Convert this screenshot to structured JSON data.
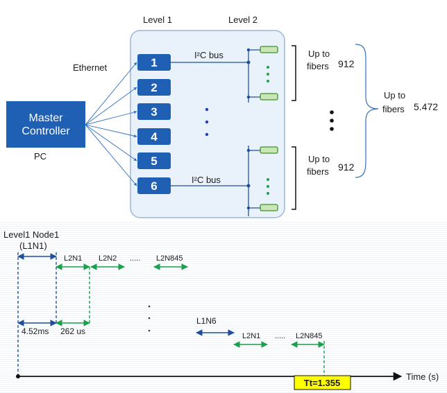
{
  "colors": {
    "blue_box": "#1f5fb4",
    "panel_fill": "#e9f1fb",
    "panel_stroke": "#9bb6d6",
    "fiber_fill": "#c9e7b4",
    "fiber_stroke": "#3f8f2f",
    "timing_blue": "#1f4f9b",
    "timing_green": "#1aa04a",
    "highlight": "#ffff00",
    "dot_blue": "#1f3fbf",
    "dot_green": "#1aa04a"
  },
  "top": {
    "level1_header": "Level 1",
    "level2_header": "Level  2",
    "ethernet_label": "Ethernet",
    "master_line1": "Master",
    "master_line2": "Controller",
    "pc_label": "PC",
    "nodes": [
      "1",
      "2",
      "3",
      "4",
      "5",
      "6"
    ],
    "i2c_bus_top": "I²C bus",
    "i2c_bus_bottom": "I²C bus",
    "upto_top_line1": "Up to",
    "upto_top_line2": "fibers",
    "upto_top_value": "912",
    "upto_bottom_line1": "Up to",
    "upto_bottom_line2": "fibers",
    "upto_bottom_value": "912",
    "upto_total_line1": "Up to",
    "upto_total_line2": "fibers",
    "upto_total_value": "5.472"
  },
  "timing": {
    "title_line1": "Level1 Node1",
    "title_line2": "(L1N1)",
    "row1_labels": [
      "L2N1",
      "L2N2",
      ".....",
      "L2N845"
    ],
    "dur_l1": "4.52ms",
    "dur_l2": "262 us",
    "l1n6_label": "L1N6",
    "row2_labels": [
      "L2N1",
      ".....",
      "L2N845"
    ],
    "time_axis_label": "Time (s)",
    "total_label": "Tt=1.355"
  }
}
